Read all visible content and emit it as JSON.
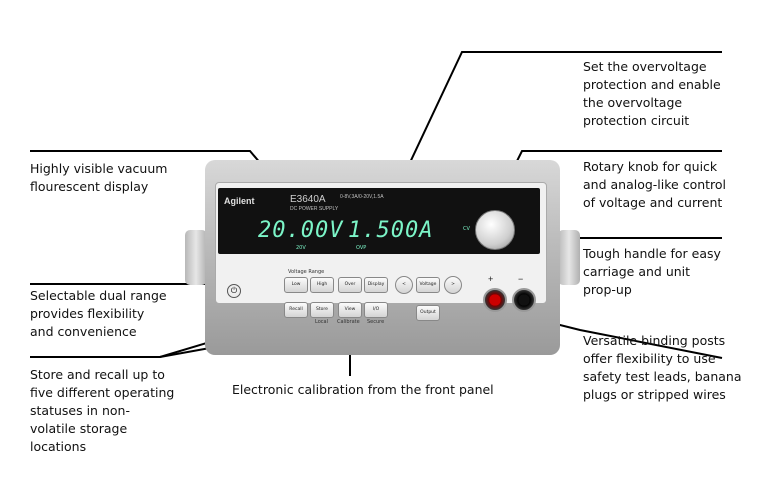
{
  "annotations": {
    "overvoltage": [
      "Set the overvoltage",
      "protection and enable",
      "the overvoltage",
      "protection circuit"
    ],
    "display": [
      "Highly visible vacuum",
      "flourescent display"
    ],
    "knob": [
      "Rotary knob for quick",
      "and analog-like control",
      "of voltage and current"
    ],
    "handle": [
      "Tough handle for easy",
      "carriage and unit",
      "prop-up"
    ],
    "range": [
      "Selectable dual range",
      "provides flexibility",
      "and convenience"
    ],
    "binding_posts": [
      "Versatile binding posts",
      "offer flexibility to use",
      "safety test leads, banana",
      "plugs or stripped wires"
    ],
    "store": [
      "Store and recall up to",
      "five different operating",
      "statuses in non-",
      "volatile storage",
      "locations"
    ],
    "calibration": "Electronic calibration from the front panel"
  },
  "device": {
    "brand": "Agilent",
    "model": "E3640A",
    "subtitle": "DC POWER SUPPLY",
    "ratings": "0-8V,3A/0-20V,1.5A",
    "voltage_readout": "20.00V",
    "current_readout": "1.500A",
    "tag_range": "20V",
    "tag_ovp": "OVP",
    "tag_cv": "CV",
    "voltage_range_label": "Voltage Range",
    "buttons": {
      "low": "Low",
      "high": "High",
      "over_voltage": "Over Voltage",
      "display_limit": "Display Limit",
      "left": "<",
      "voltage_current": "Voltage Current",
      "right": ">",
      "recall": "Recall",
      "store": "Store",
      "view": "View",
      "io_config": "I/O Config",
      "output_onoff": "Output On/Off"
    },
    "labels_below": {
      "local": "Local",
      "calibrate": "Calibrate",
      "secure": "Secure"
    },
    "post_plus": "+",
    "post_minus": "−"
  },
  "colors": {
    "display_text": "#7cf5c8",
    "red_post": "#cc0000",
    "callout_line": "#000000"
  }
}
